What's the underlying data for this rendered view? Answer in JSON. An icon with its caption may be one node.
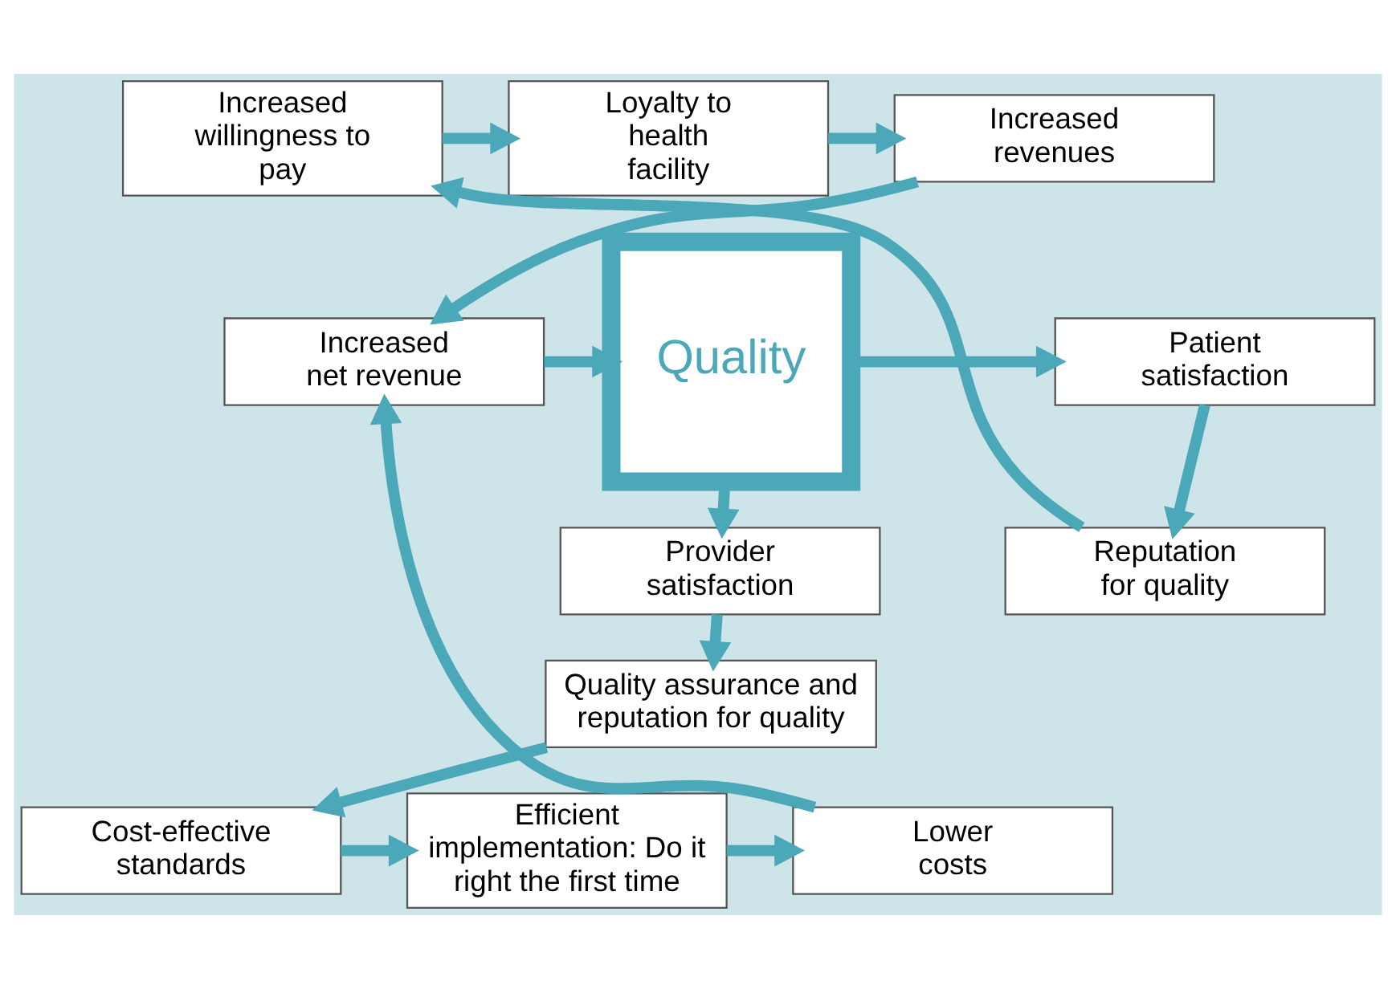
{
  "diagram": {
    "nodes": [
      {
        "text": [
          "Increased willingness to pay"
        ]
      },
      {
        "text": [
          "Loyalty to health facility"
        ]
      },
      {
        "text": [
          "Increased revenues"
        ]
      },
      {
        "text": [
          "Reputation for quality"
        ]
      },
      {
        "text": [
          "Patient satisfaction"
        ]
      },
      {
        "text": [
          "Quality"
        ]
      },
      {
        "text": [
          "Increased net revenue"
        ]
      },
      {
        "text": [
          "Provider satisfaction"
        ]
      },
      {
        "text": [
          "Quality assurance and reputation for quality"
        ]
      },
      {
        "text": [
          "Cost-effective standards"
        ]
      },
      {
        "text": [
          "Efficient implementation: Do it right the first time"
        ]
      },
      {
        "text": [
          "Lower costs"
        ]
      }
    ],
    "edges": [
      {
        "from": 0,
        "to": 1,
        "arrow": "to"
      },
      {
        "from": 1,
        "to": 2,
        "arrow": "to"
      },
      {
        "from": 2,
        "to": 6,
        "arrow": "to"
      },
      {
        "from": 6,
        "to": 5,
        "arrow": "to"
      },
      {
        "from": 5,
        "to": 4,
        "arrow": "to"
      },
      {
        "from": 5,
        "to": 7,
        "arrow": "to"
      },
      {
        "from": 4,
        "to": 3,
        "arrow": "to"
      },
      {
        "from": 3,
        "to": 0,
        "arrow": "to"
      },
      {
        "from": 7,
        "to": 8,
        "arrow": "to"
      },
      {
        "from": 8,
        "to": 9,
        "arrow": "to"
      },
      {
        "from": 9,
        "to": 10,
        "arrow": "to"
      },
      {
        "from": 10,
        "to": 11,
        "arrow": "to"
      },
      {
        "from": 11,
        "to": 6,
        "arrow": "to"
      }
    ]
  }
}
